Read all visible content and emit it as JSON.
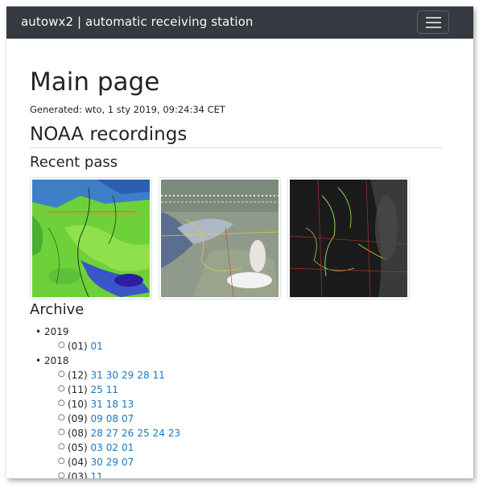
{
  "navbar": {
    "brand": "autowx2 | automatic receiving station",
    "toggle_icon": "hamburger-menu-icon"
  },
  "page": {
    "title": "Main page",
    "generated": "Generated: wto, 1 sty 2019, 09:24:34 CET"
  },
  "noaa": {
    "heading": "NOAA recordings",
    "recent_heading": "Recent pass",
    "archive_heading": "Archive"
  },
  "archive": {
    "years": [
      {
        "year": "2019",
        "months": [
          {
            "label": "(01)",
            "days": [
              "01"
            ]
          }
        ]
      },
      {
        "year": "2018",
        "months": [
          {
            "label": "(12)",
            "days": [
              "31",
              "30",
              "29",
              "28",
              "11"
            ]
          },
          {
            "label": "(11)",
            "days": [
              "25",
              "11"
            ]
          },
          {
            "label": "(10)",
            "days": [
              "31",
              "18",
              "13"
            ]
          },
          {
            "label": "(09)",
            "days": [
              "09",
              "08",
              "07"
            ]
          },
          {
            "label": "(08)",
            "days": [
              "28",
              "27",
              "26",
              "25",
              "24",
              "23"
            ]
          },
          {
            "label": "(05)",
            "days": [
              "03",
              "02",
              "01"
            ]
          },
          {
            "label": "(04)",
            "days": [
              "30",
              "29",
              "07"
            ]
          },
          {
            "label": "(03)",
            "days": [
              "11"
            ]
          }
        ]
      }
    ]
  },
  "colors": {
    "navbar_bg": "#343a40",
    "link": "#1a78c2",
    "text": "#212529"
  }
}
